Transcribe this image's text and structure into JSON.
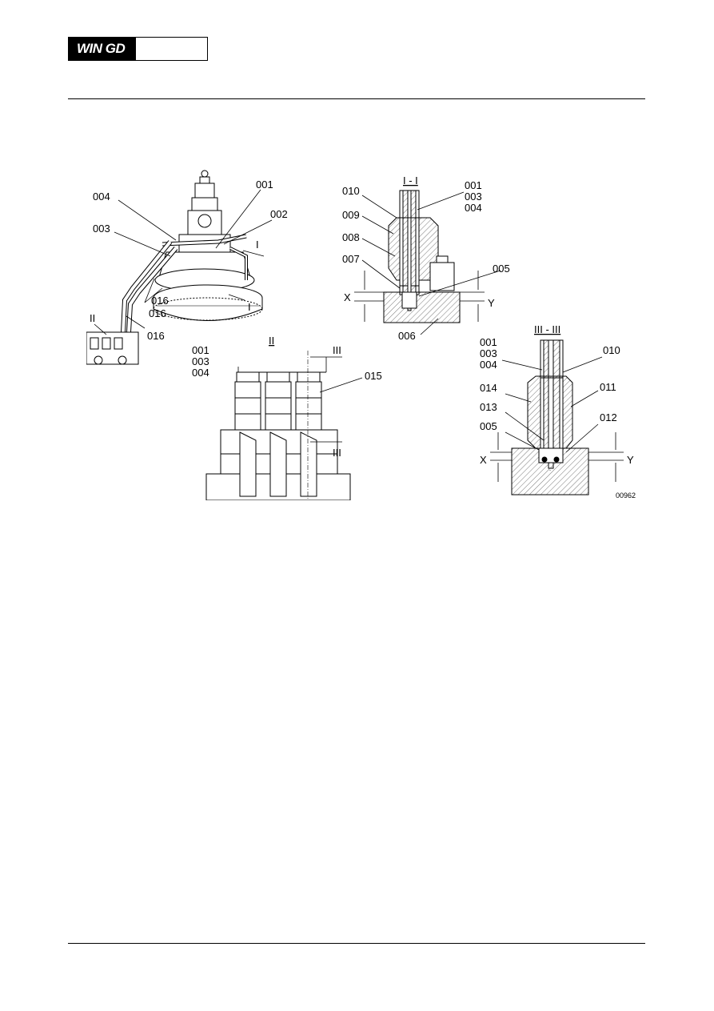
{
  "header": {
    "logo_text": "WIN GD"
  },
  "figure": {
    "id_code": "00962",
    "view_3d": {
      "callouts": [
        "004",
        "003",
        "001",
        "002",
        "I",
        "I",
        "016",
        "016",
        "016",
        "II"
      ]
    },
    "section_I": {
      "title": "I - I",
      "callouts": [
        "010",
        "009",
        "008",
        "007",
        "001",
        "003",
        "004",
        "005",
        "006",
        "X",
        "Y"
      ]
    },
    "view_II": {
      "title": "II",
      "callouts": [
        "001",
        "003",
        "004",
        "015",
        "III",
        "III"
      ]
    },
    "section_III": {
      "title": "III - III",
      "callouts": [
        "001",
        "003",
        "004",
        "010",
        "014",
        "011",
        "013",
        "012",
        "005",
        "X",
        "Y"
      ]
    }
  },
  "colors": {
    "line": "#000000",
    "hatch": "#555555",
    "light": "#999999"
  }
}
